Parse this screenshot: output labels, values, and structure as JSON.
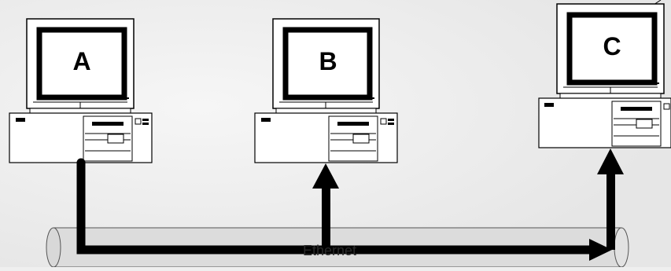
{
  "diagram": {
    "computers": [
      {
        "id": "computer-a",
        "label": "A"
      },
      {
        "id": "computer-b",
        "label": "B"
      },
      {
        "id": "computer-c",
        "label": "C"
      }
    ],
    "cable": {
      "label": "Ethernet"
    },
    "colors": {
      "background": "#efefef",
      "cable_fill": "#dcdcdc",
      "arrow": "#000000",
      "device_fill": "#ffffff",
      "outline": "#000000"
    },
    "icons": [
      "monitor-icon",
      "system-unit-icon",
      "arrow-up-icon"
    ]
  }
}
